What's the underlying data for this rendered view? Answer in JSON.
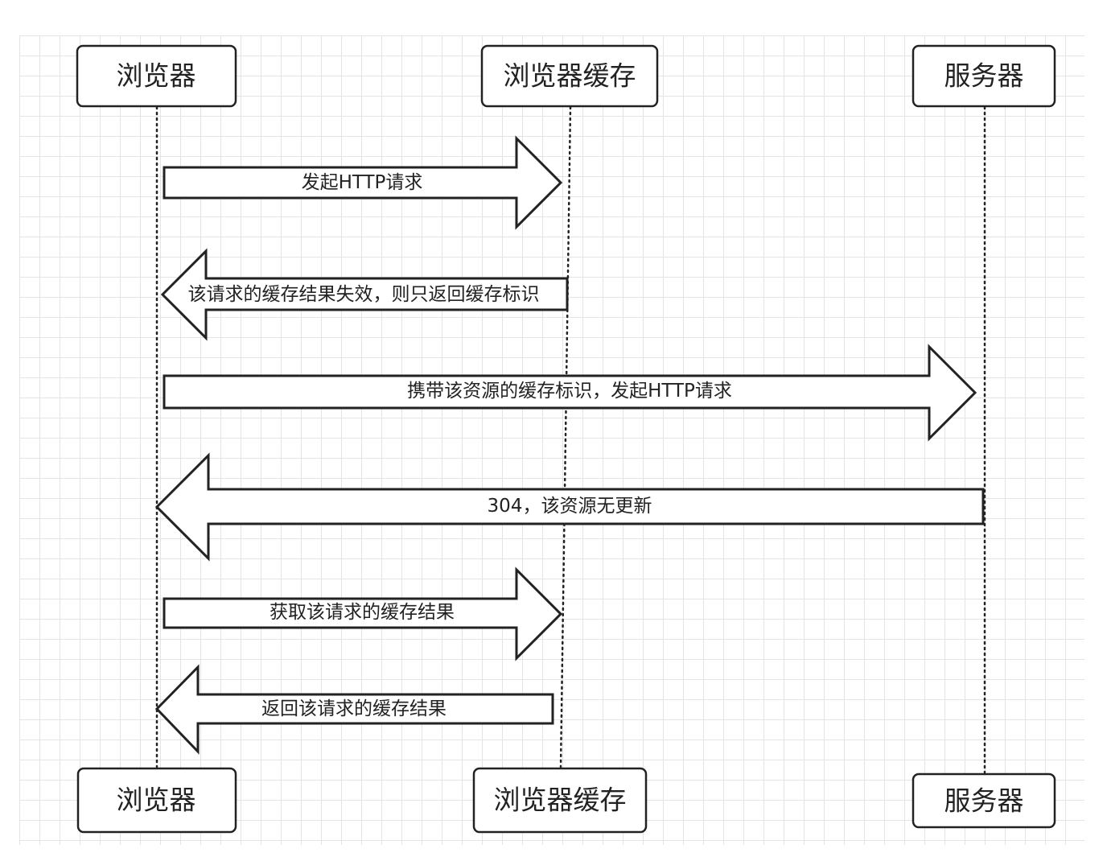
{
  "actors": {
    "browser": "浏览器",
    "cache": "浏览器缓存",
    "server": "服务器"
  },
  "messages": [
    "发起HTTP请求",
    "该请求的缓存结果失效，则只返回缓存标识",
    "携带该资源的缓存标识，发起HTTP请求",
    "304，该资源无更新",
    "获取该请求的缓存结果",
    "返回该请求的缓存结果"
  ]
}
